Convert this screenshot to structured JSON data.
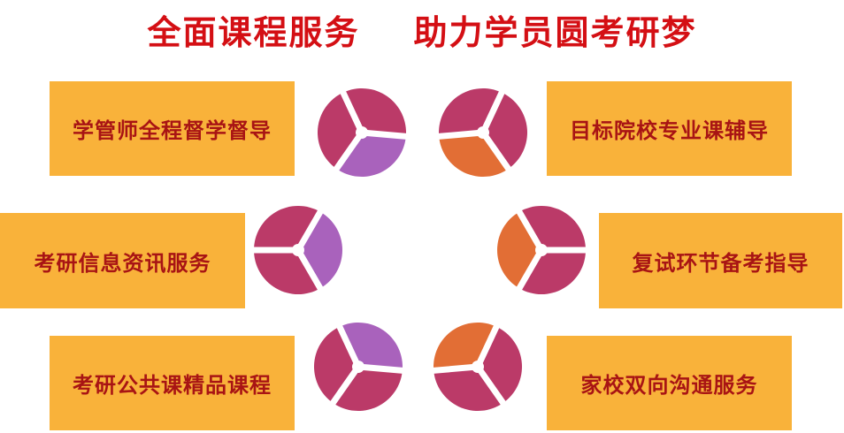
{
  "title": "全面课程服务    助力学员圆考研梦",
  "colors": {
    "title": "#d40f14",
    "box_fill": "#f9b23a",
    "box_text": "#a81414",
    "segment_main": "#bb3a68",
    "segment_purple": "#a962bc",
    "segment_orange": "#e26e35"
  },
  "services": [
    {
      "label": "学管师全程督学督导",
      "position": "top-left"
    },
    {
      "label": "目标院校专业课辅导",
      "position": "top-right"
    },
    {
      "label": "考研信息资讯服务",
      "position": "middle-left"
    },
    {
      "label": "复试环节备考指导",
      "position": "middle-right"
    },
    {
      "label": "考研公共课精品课程",
      "position": "bottom-left"
    },
    {
      "label": "家校双向沟通服务",
      "position": "bottom-right"
    }
  ]
}
